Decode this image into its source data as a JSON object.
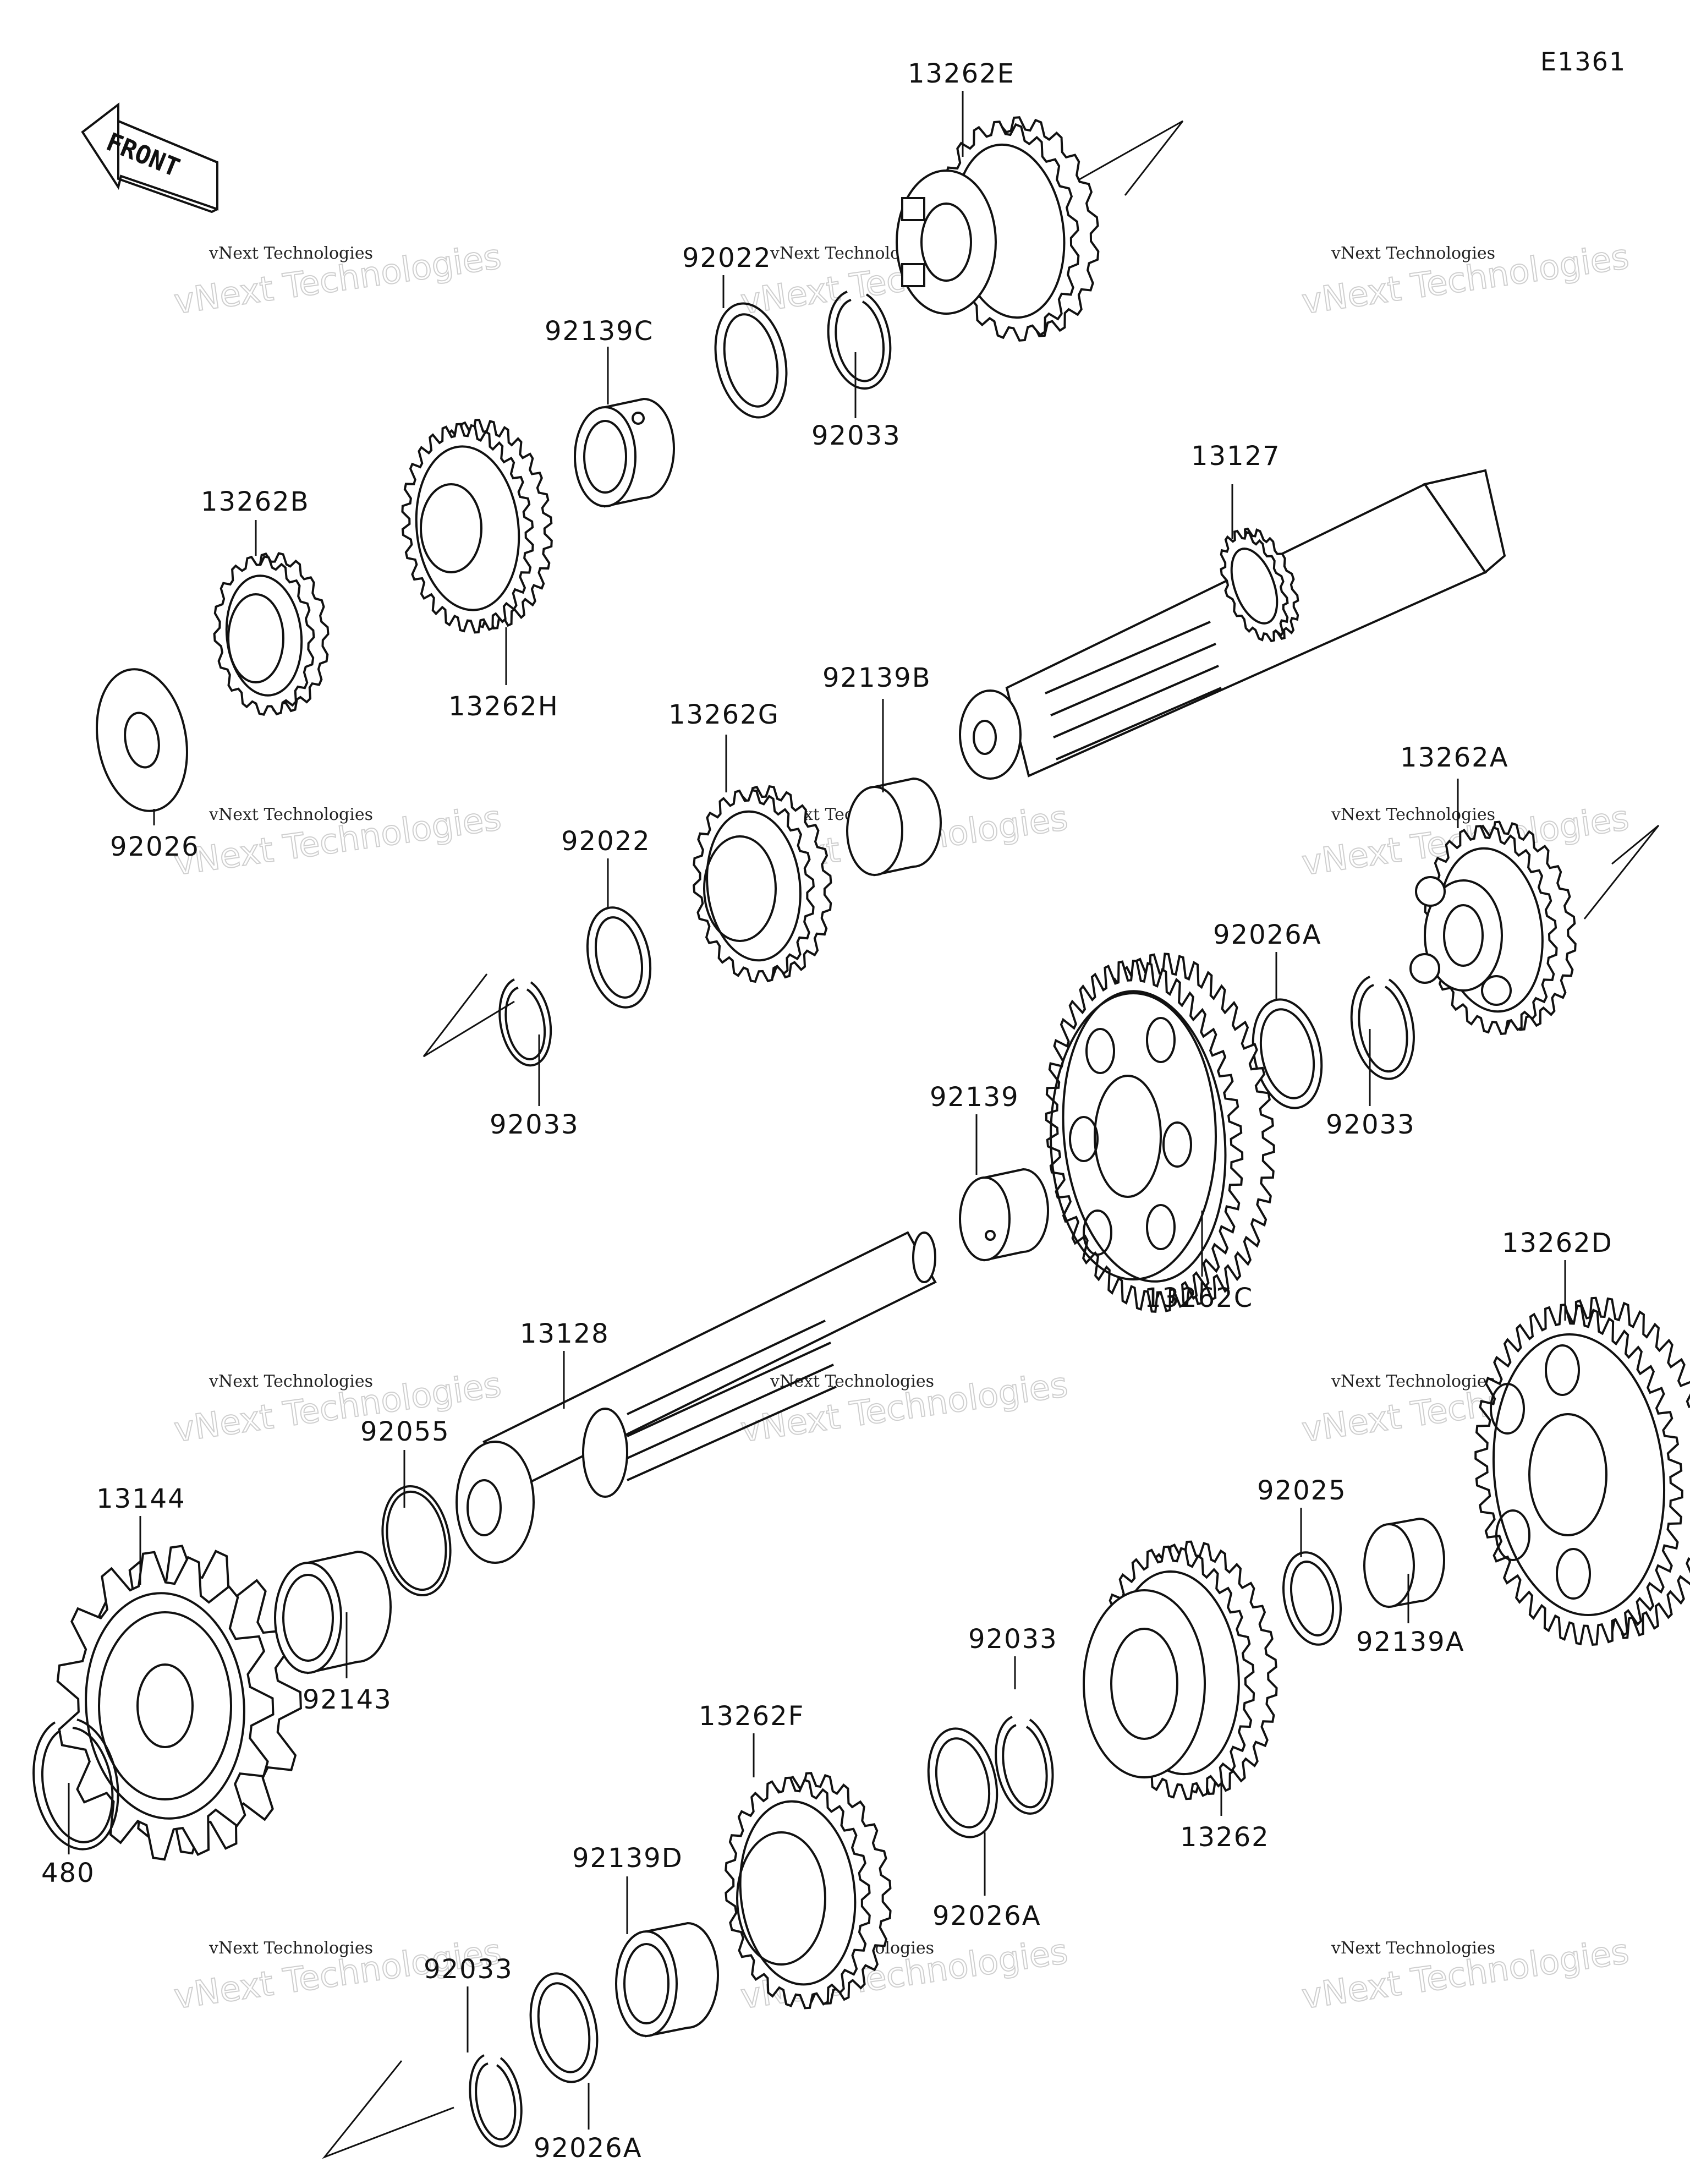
{
  "diagram_code": "E1361",
  "direction_marker": {
    "text": "FRONT"
  },
  "watermark": {
    "line1": "vNext Technologies",
    "line2": "vNext Technologies"
  },
  "part_labels": {
    "p13262E": "13262E",
    "p92022a": "92022",
    "p92033a": "92033",
    "p92139C": "92139C",
    "p13127": "13127",
    "p13262B": "13262B",
    "p13262H": "13262H",
    "p92026": "92026",
    "p13262G": "13262G",
    "p92139B": "92139B",
    "p92022b": "92022",
    "p92033b": "92033",
    "p13262A": "13262A",
    "p92026Aa": "92026A",
    "p92033c": "92033",
    "p92139": "92139",
    "p13262C": "13262C",
    "p13128": "13128",
    "p92055": "92055",
    "p13144": "13144",
    "p92143": "92143",
    "p480": "480",
    "p13262D": "13262D",
    "p92025": "92025",
    "p92139A": "92139A",
    "p92033d": "92033",
    "p92026Ab": "92026A",
    "p13262": "13262",
    "p13262F": "13262F",
    "p92139D": "92139D",
    "p92033e": "92033",
    "p92026Ac": "92026A"
  }
}
